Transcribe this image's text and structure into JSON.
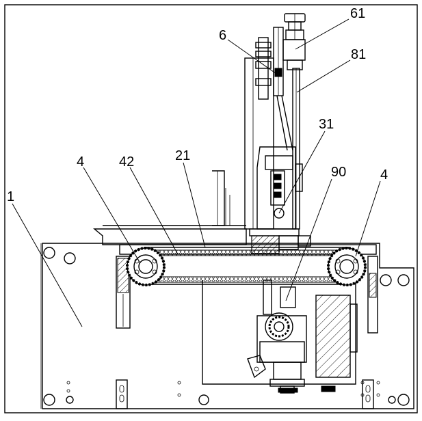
{
  "drawing": {
    "callouts": {
      "c61": "61",
      "c6": "6",
      "c81": "81",
      "c31": "31",
      "c90": "90",
      "c4_left": "4",
      "c42": "42",
      "c21": "21",
      "c4_right": "4",
      "c1": "1"
    }
  }
}
